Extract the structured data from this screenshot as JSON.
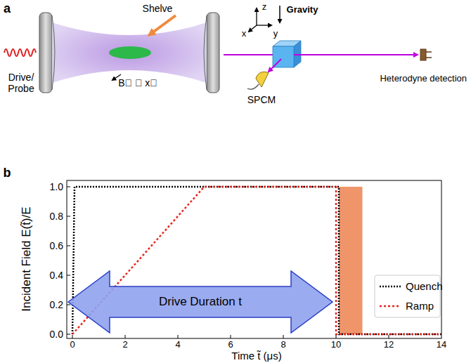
{
  "diagram": {
    "nodes": [
      {
        "text": [
          "Drive Duration t"
        ]
      }
    ],
    "labels": [
      "a",
      "Drive/ Probe",
      "Shelve",
      "B⃗ ∥ x⃗",
      "z",
      "Gravity",
      "x",
      "y",
      "SPCM",
      "Heterodyne detection",
      "b",
      "Incident Field E(t̃)/E",
      "0.0",
      "0.2",
      "0.4",
      "0.6",
      "0.8",
      "1.0",
      "0",
      "2",
      "4",
      "6",
      "8",
      "10",
      "12",
      "14",
      "Time t̃ (μs)"
    ],
    "legend": [
      {
        "text": "Quench"
      },
      {
        "text": "Ramp"
      }
    ]
  }
}
